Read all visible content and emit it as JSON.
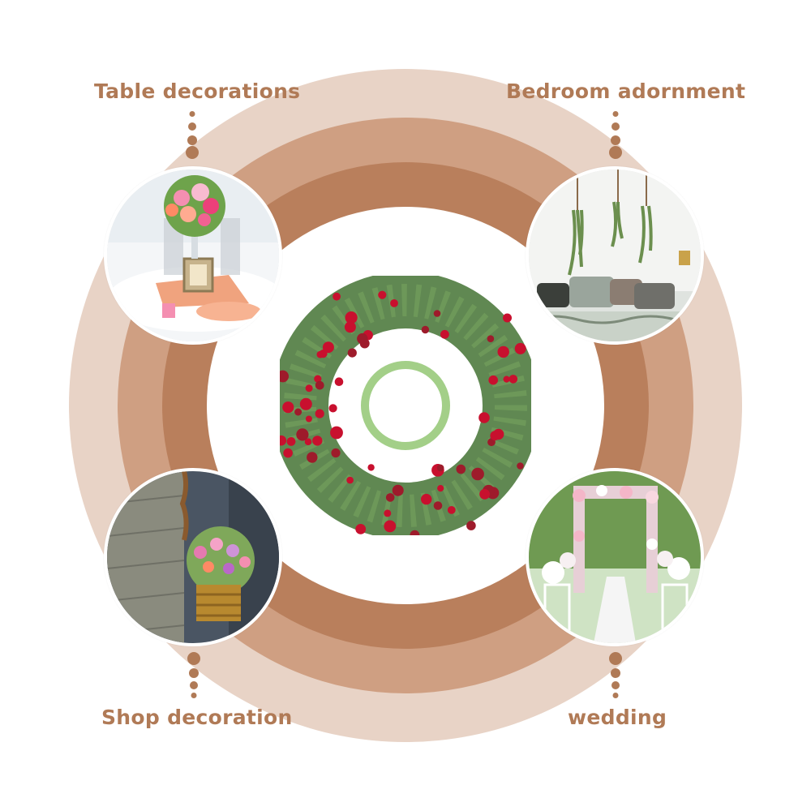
{
  "colors": {
    "ring_outer": "#e8d3c6",
    "ring_middle": "#cf9f82",
    "ring_inner": "#b97f5c",
    "label": "#b07a56",
    "background": "#ffffff"
  },
  "labels": {
    "top_left": "Table decorations",
    "top_right": "Bedroom adornment",
    "bottom_left": "Shop decoration",
    "bottom_right": "wedding"
  },
  "images": {
    "center": "christmas-wreath-red-berries",
    "top_left": "table-centerpiece-flowers",
    "top_right": "bedroom-hanging-plants",
    "bottom_left": "hanging-flower-basket-shop",
    "bottom_right": "wedding-flower-arch"
  }
}
